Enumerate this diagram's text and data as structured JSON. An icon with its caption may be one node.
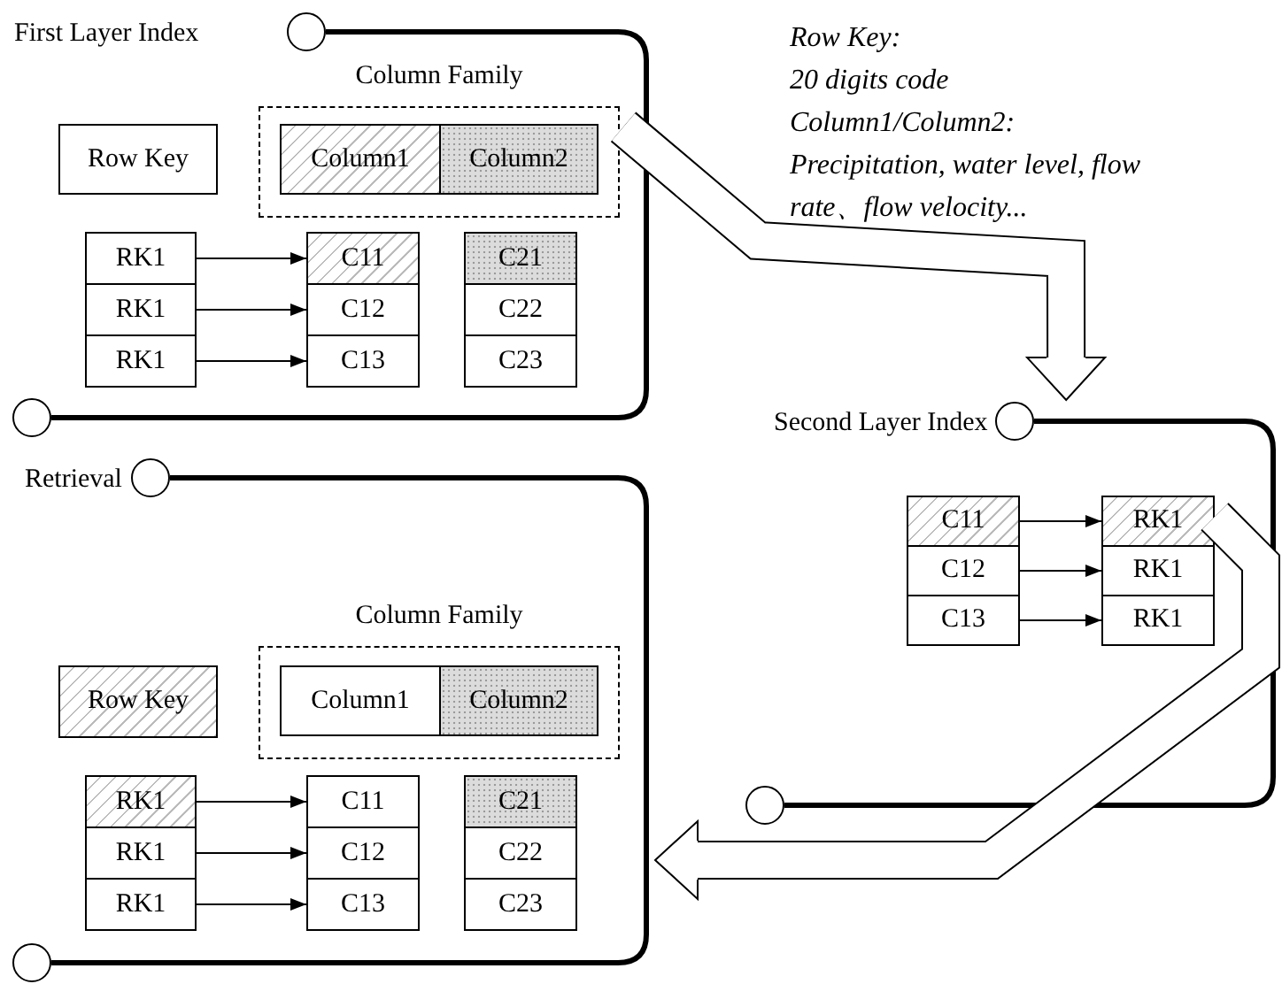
{
  "diagram": {
    "nodes": [
      {
        "text": [
          "First Layer Index"
        ]
      },
      {
        "text": [
          "Row Key"
        ],
        "in": 0
      },
      {
        "text": [
          "Column Family"
        ],
        "in": 0
      },
      {
        "text": [
          "Column1"
        ],
        "in": 2
      },
      {
        "text": [
          "Column2"
        ],
        "in": 2
      },
      {
        "text": [
          "RK1"
        ],
        "in": 0
      },
      {
        "text": [
          "RK1"
        ],
        "in": 0
      },
      {
        "text": [
          "RK1"
        ],
        "in": 0
      },
      {
        "text": [
          "C11"
        ],
        "in": 0
      },
      {
        "text": [
          "C12"
        ],
        "in": 0
      },
      {
        "text": [
          "C13"
        ],
        "in": 0
      },
      {
        "text": [
          "C21"
        ],
        "in": 0
      },
      {
        "text": [
          "C22"
        ],
        "in": 0
      },
      {
        "text": [
          "C23"
        ],
        "in": 0
      },
      {
        "text": [
          "Second Layer Index"
        ]
      },
      {
        "text": [
          "C11"
        ],
        "in": 14
      },
      {
        "text": [
          "C12"
        ],
        "in": 14
      },
      {
        "text": [
          "C13"
        ],
        "in": 14
      },
      {
        "text": [
          "RK1"
        ],
        "in": 14
      },
      {
        "text": [
          "RK1"
        ],
        "in": 14
      },
      {
        "text": [
          "RK1"
        ],
        "in": 14
      },
      {
        "text": [
          "Retrieval"
        ]
      },
      {
        "text": [
          "Row Key"
        ],
        "in": 21
      },
      {
        "text": [
          "Column Family"
        ],
        "in": 21
      },
      {
        "text": [
          "Column1"
        ],
        "in": 23
      },
      {
        "text": [
          "Column2"
        ],
        "in": 23
      },
      {
        "text": [
          "RK1"
        ],
        "in": 21
      },
      {
        "text": [
          "RK1"
        ],
        "in": 21
      },
      {
        "text": [
          "RK1"
        ],
        "in": 21
      },
      {
        "text": [
          "C11"
        ],
        "in": 21
      },
      {
        "text": [
          "C12"
        ],
        "in": 21
      },
      {
        "text": [
          "C13"
        ],
        "in": 21
      },
      {
        "text": [
          "C21"
        ],
        "in": 21
      },
      {
        "text": [
          "C22"
        ],
        "in": 21
      },
      {
        "text": [
          "C23"
        ],
        "in": 21
      }
    ],
    "edges": [
      {
        "from": 2,
        "to": 14,
        "arrow": "to",
        "style": "thick"
      },
      {
        "from": 18,
        "to": 21,
        "arrow": "to",
        "style": "thick"
      },
      {
        "from": 5,
        "to": 8,
        "arrow": "to"
      },
      {
        "from": 6,
        "to": 9,
        "arrow": "to"
      },
      {
        "from": 7,
        "to": 10,
        "arrow": "to"
      },
      {
        "from": 15,
        "to": 18,
        "arrow": "to"
      },
      {
        "from": 16,
        "to": 19,
        "arrow": "to"
      },
      {
        "from": 17,
        "to": 20,
        "arrow": "to"
      },
      {
        "from": 26,
        "to": 29,
        "arrow": "to"
      },
      {
        "from": 27,
        "to": 30,
        "arrow": "to"
      },
      {
        "from": 28,
        "to": 31,
        "arrow": "to"
      }
    ],
    "labels": [
      "Row Key:",
      "20 digits code",
      "Column1/Column2:",
      "Precipitation, water level, flow rate、flow velocity..."
    ]
  }
}
